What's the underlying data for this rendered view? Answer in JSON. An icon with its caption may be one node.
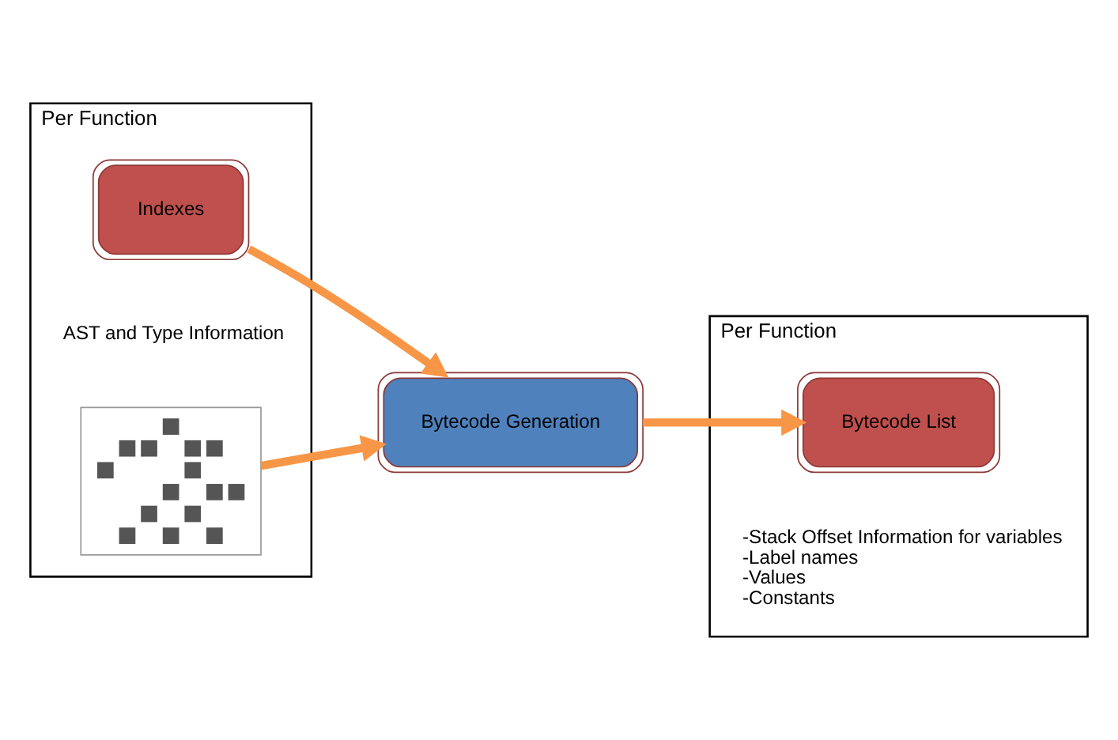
{
  "diagram": {
    "nodes": [
      {
        "text": [
          "Per Function",
          "AST and Type Information"
        ]
      },
      {
        "text": [
          "Indexes"
        ],
        "in": 0
      },
      {
        "text": [],
        "shape": "picture",
        "in": 0
      },
      {
        "text": [
          "Bytecode Generation"
        ]
      },
      {
        "text": [
          "Per Function",
          "-Stack Offset Information for variables",
          "-Label names",
          "-Values",
          "-Constants"
        ]
      },
      {
        "text": [
          "Bytecode List"
        ],
        "in": 4
      }
    ],
    "edges": [
      {
        "from": 1,
        "to": 3,
        "arrow": "to"
      },
      {
        "from": 2,
        "to": 3,
        "arrow": "to"
      },
      {
        "from": 3,
        "to": 5,
        "arrow": "to"
      }
    ]
  }
}
